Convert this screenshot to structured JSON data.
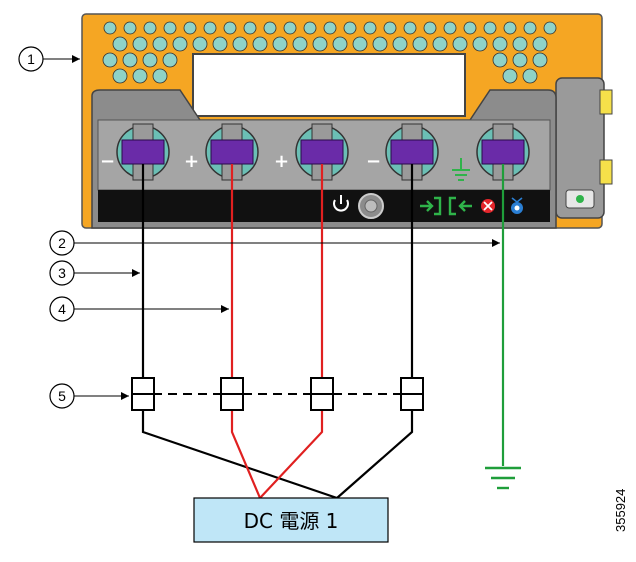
{
  "diagram": {
    "callouts": [
      "1",
      "2",
      "3",
      "4",
      "5"
    ],
    "terminal_signs": [
      "−",
      "+",
      "+",
      "−"
    ],
    "power_source_label": "DC 電源 1",
    "figure_id": "355924",
    "icons": [
      "power-button-icon",
      "input-arrow-icon",
      "output-arrow-icon",
      "fault-icon",
      "beacon-icon",
      "ground-symbol-icon"
    ],
    "colors": {
      "chassis_orange": "#F5A623",
      "terminal_purple": "#6A2BA8",
      "wire_negative": "#000000",
      "wire_positive": "#E02020",
      "wire_ground": "#1F9E3A",
      "led_green": "#2FB34A",
      "led_red": "#E4262B",
      "led_blue": "#2A7FD4",
      "source_box_fill": "#BFE6F7"
    }
  }
}
